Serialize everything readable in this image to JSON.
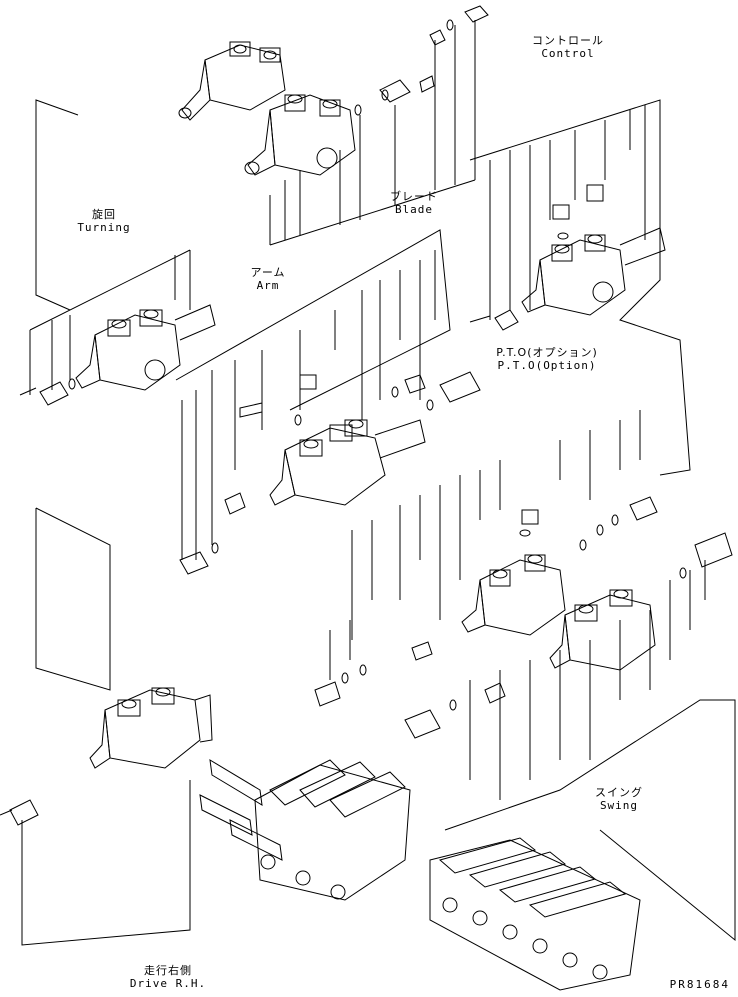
{
  "labels": {
    "control": {
      "jp": "コントロール",
      "en": "Control"
    },
    "blade": {
      "jp": "ブレード",
      "en": "Blade"
    },
    "turning": {
      "jp": "旋回",
      "en": "Turning"
    },
    "arm": {
      "jp": "アーム",
      "en": "Arm"
    },
    "pto": {
      "jp": "P.T.O(オプション)",
      "en": "P.T.O(Option)"
    },
    "swing": {
      "jp": "スイング",
      "en": "Swing"
    },
    "drive": {
      "jp": "走行右側",
      "en": "Drive R.H."
    }
  },
  "drawing_code": "PR81684",
  "colors": {
    "line": "#000000",
    "background": "#ffffff"
  }
}
